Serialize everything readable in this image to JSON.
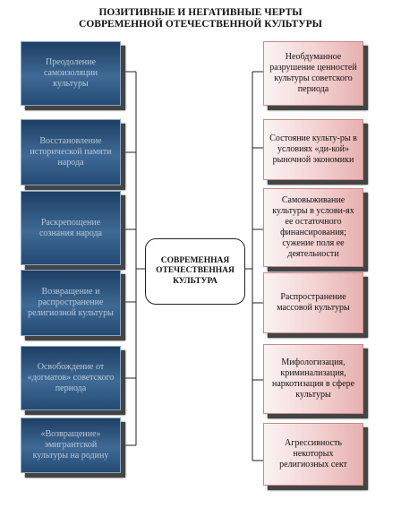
{
  "title": {
    "line1": "ПОЗИТИВНЫЕ И НЕГАТИВНЫЕ ЧЕРТЫ",
    "line2": "СОВРЕМЕННОЙ ОТЕЧЕСТВЕННОЙ  КУЛЬТУРЫ"
  },
  "center": {
    "label": "СОВРЕМЕННАЯ ОТЕЧЕСТВЕННАЯ КУЛЬТУРА"
  },
  "positive": [
    "Преодоление самоизоляции культуры",
    "Восстановление исторической памяти народа",
    "Раскрепощение сознания народа",
    "Возвращение и распространение религиозной культуры",
    "Освобождение от «догматов» советского периода",
    "«Возвращение» эмигрантской культуры на родину"
  ],
  "negative": [
    "Необдуманное разрушение ценностей культуры советского периода",
    "Состояние культу-ры в условиях «ди-кой» рыночной экономики",
    "Самовыживание культуры в услови-ях ее остаточного финансирования; сужение поля ее деятельности",
    "Распространение массовой культуры",
    "Мифологизация, криминализация, наркотизация в сфере культуры",
    "Агрессивность некоторых религиозных сект"
  ]
}
